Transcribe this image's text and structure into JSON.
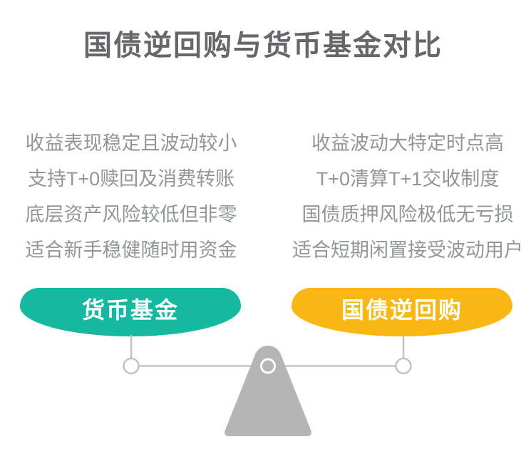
{
  "title": "国债逆回购与货币基金对比",
  "comparison": {
    "left": {
      "pan_label": "货币基金",
      "items": [
        "收益表现稳定且波动较小",
        "支持T+0赎回及消费转账",
        "底层资产风险较低但非零",
        "适合新手稳健随时用资金"
      ]
    },
    "right": {
      "pan_label": "国债逆回购",
      "items": [
        "收益波动大特定时点高",
        "T+0清算T+1交收制度",
        "国债质押风险极低无亏损",
        "适合短期闲置接受波动用户"
      ]
    }
  },
  "icons": {
    "balance_scale": "balance-scale-graphic"
  },
  "colors": {
    "background": "#ffffff",
    "title_text": "#67676b",
    "body_text": "#92959a",
    "pan_left": "#16b9a0",
    "pan_right": "#f9b713",
    "pan_label_text": "#ffffff",
    "scale_fulcrum": "#b5b5b5",
    "scale_line": "#c3c3c3"
  }
}
